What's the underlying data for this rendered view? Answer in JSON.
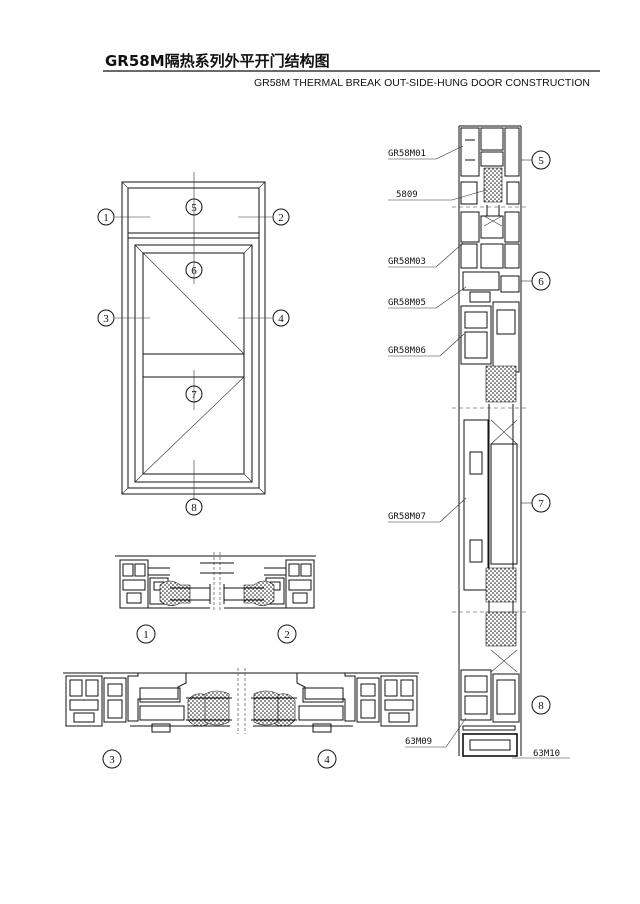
{
  "header": {
    "title": "GR58M隔热系列外平开门结构图",
    "subtitle": "GR58M THERMAL BREAK OUT-SIDE-HUNG DOOR CONSTRUCTION"
  },
  "section_markers": [
    "1",
    "2",
    "3",
    "4",
    "5",
    "6",
    "7",
    "8"
  ],
  "profile_callouts": [
    "GR58M01",
    "5809",
    "GR58M03",
    "GR58M05",
    "GR58M06",
    "GR58M07",
    "63M09",
    "63M10"
  ]
}
